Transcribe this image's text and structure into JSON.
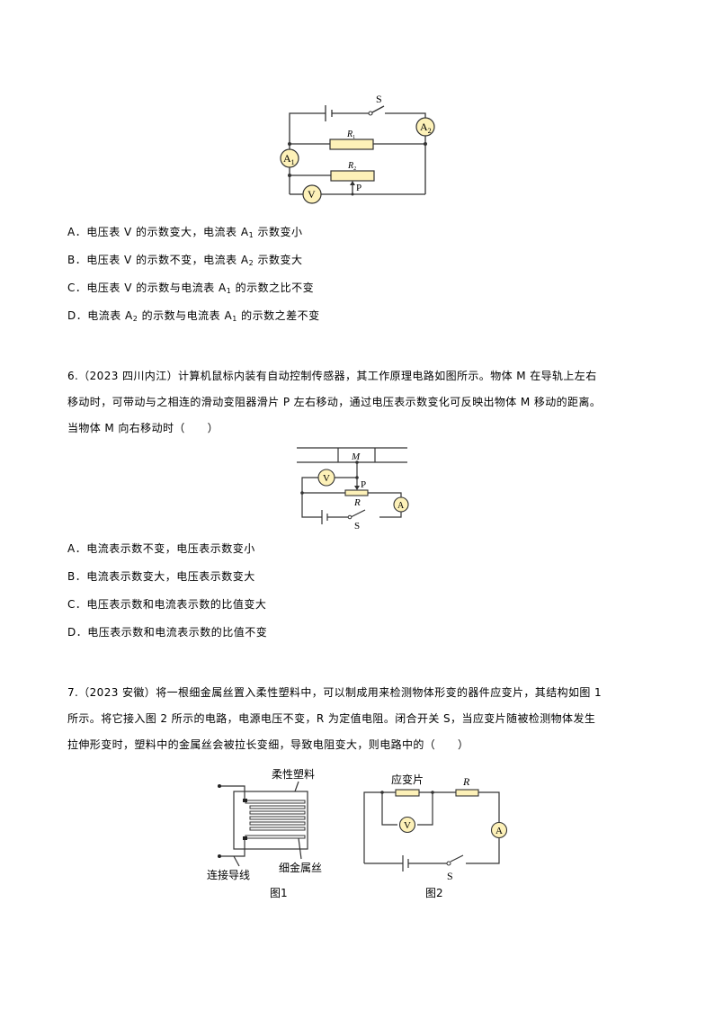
{
  "colors": {
    "resistor_fill": "#fdf1b8",
    "meter_fill": "#fdf1b8",
    "wire": "#333333"
  },
  "q5": {
    "figure": {
      "switch": "S",
      "ammeter1": "A",
      "ammeter1_sub": "1",
      "ammeter2": "A",
      "ammeter2_sub": "2",
      "voltmeter": "V",
      "r1": "R",
      "r1_sub": "1",
      "r2": "R",
      "r2_sub": "2",
      "slider": "P"
    },
    "options": [
      {
        "pre": "A．电压表 V 的示数变大，电流表 A",
        "sub": "1",
        "post": " 示数变小"
      },
      {
        "pre": "B．电压表 V 的示数不变，电流表 A",
        "sub": "2",
        "post": " 示数变大"
      },
      {
        "pre": "C．电压表 V 的示数与电流表 A",
        "sub": "1",
        "post": " 的示数之比不变"
      },
      {
        "pre": "D．电流表 A",
        "sub": "2",
        "mid": " 的示数与电流表 A",
        "sub2": "1",
        "post": " 的示数之差不变"
      }
    ]
  },
  "q6": {
    "lines": [
      "6.（2023 四川内江）计算机鼠标内装有自动控制传感器，其工作原理电路如图所示。物体 M 在导轨上左右",
      "移动时，可带动与之相连的滑动变阻器滑片 P 左右移动，通过电压表示数变化可反映出物体 M 移动的距离。",
      "当物体 M 向右移动时（　　）"
    ],
    "figure": {
      "object": "M",
      "voltmeter": "V",
      "slider": "P",
      "resistor": "R",
      "ammeter": "A",
      "switch": "S"
    },
    "options": [
      "A．电流表示数不变，电压表示数变小",
      "B．电流表示数变大，电压表示数变大",
      "C．电压表示数和电流表示数的比值变大",
      "D．电压表示数和电流表示数的比值不变"
    ]
  },
  "q7": {
    "lines": [
      "7.（2023 安徽）将一根细金属丝置入柔性塑料中，可以制成用来检测物体形变的器件应变片，其结构如图 1",
      "所示。将它接入图 2 所示的电路，电源电压不变，R 为定值电阻。闭合开关 S，当应变片随被检测物体发生",
      "拉伸形变时，塑料中的金属丝会被拉长变细，导致电阻变大，则电路中的（　　）"
    ],
    "fig1": {
      "plastic_label": "柔性塑料",
      "lead_label": "连接导线",
      "wire_label": "细金属丝",
      "caption": "图1"
    },
    "fig2": {
      "gauge_label": "应变片",
      "resistor": "R",
      "voltmeter": "V",
      "ammeter": "A",
      "switch": "S",
      "caption": "图2"
    }
  }
}
